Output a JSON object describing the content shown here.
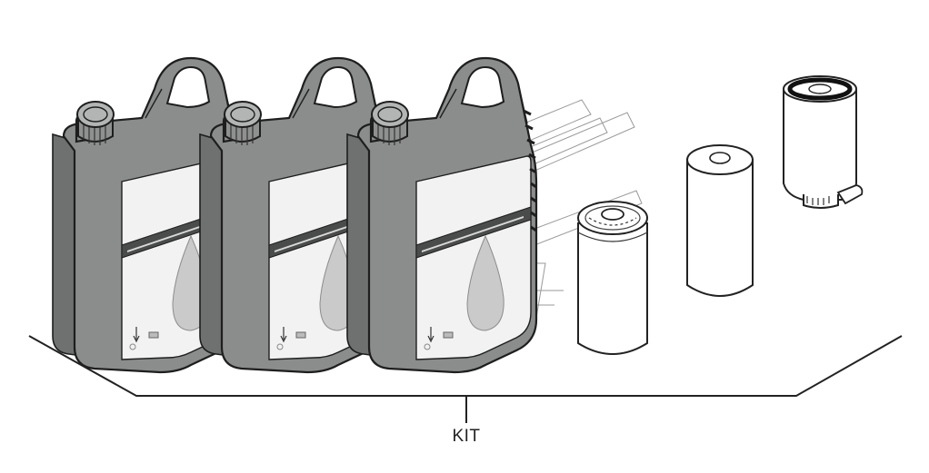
{
  "diagram": {
    "label": "KIT",
    "parts": [
      {
        "name": "oil-container-1",
        "icon": "oil-jug-icon"
      },
      {
        "name": "oil-container-2",
        "icon": "oil-jug-icon"
      },
      {
        "name": "oil-container-3",
        "icon": "oil-jug-icon"
      },
      {
        "name": "oil-filter",
        "icon": "spin-on-filter-icon"
      },
      {
        "name": "air-filter-element",
        "icon": "cartridge-filter-icon"
      },
      {
        "name": "fuel-filter",
        "icon": "fuel-filter-icon"
      }
    ],
    "colors": {
      "container": "#8a8d8c",
      "line": "#1e1e1e",
      "background": "#ffffff"
    }
  }
}
